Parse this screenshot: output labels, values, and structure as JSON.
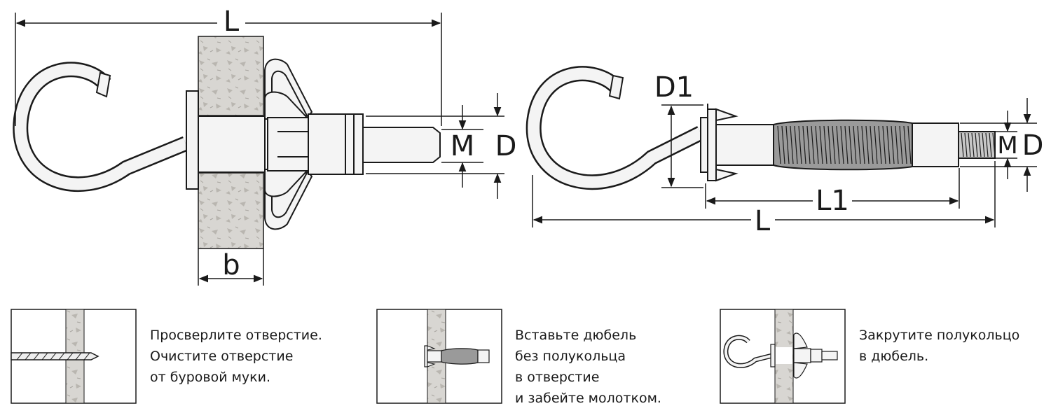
{
  "dimensions": {
    "left_view": {
      "length": "L",
      "thickness": "b",
      "thread": "M",
      "diameter": "D"
    },
    "right_view": {
      "collar_diameter": "D1",
      "body_length": "L1",
      "length": "L",
      "thread": "M",
      "diameter": "D"
    }
  },
  "steps": [
    {
      "lines": [
        "Просверлите отверстие.",
        "Очистите отверстие",
        "от буровой муки."
      ]
    },
    {
      "lines": [
        "Вставьте дюбель",
        "без полукольца",
        "в отверстие",
        "и забейте молотком."
      ]
    },
    {
      "lines": [
        "Закрутите полукольцо",
        "в дюбель."
      ]
    }
  ],
  "colors": {
    "ink": "#1a1a1a",
    "wall": "#d6d3ce",
    "metal": "#f4f4f4"
  }
}
